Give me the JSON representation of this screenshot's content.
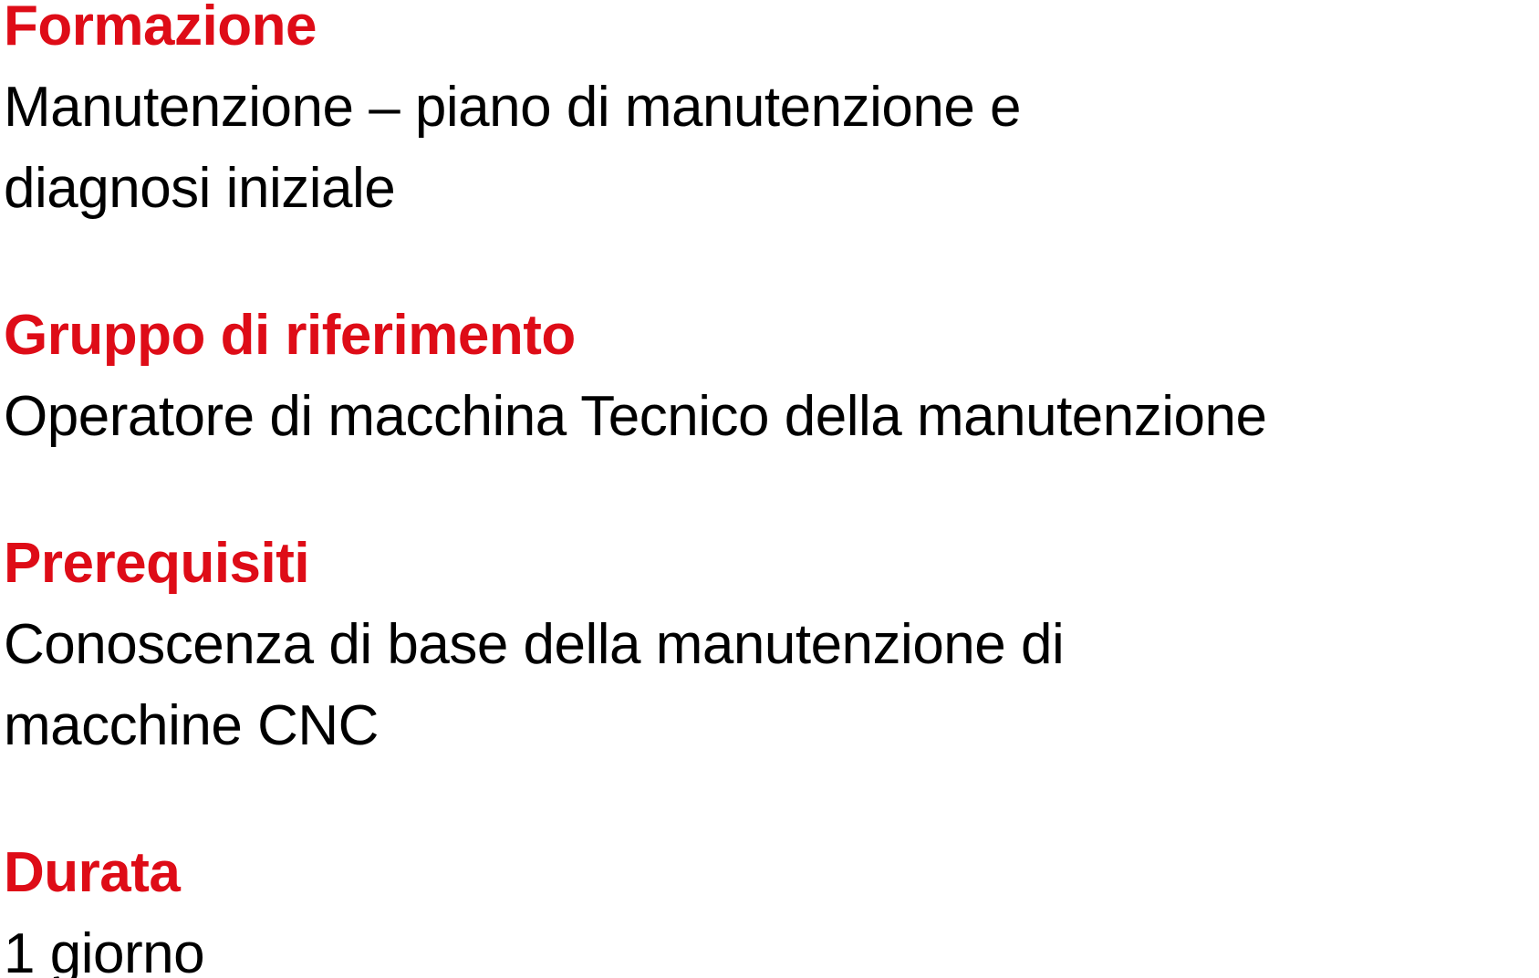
{
  "page": {
    "language": "it",
    "background_color": "#ffffff",
    "heading_color": "#de0c17",
    "body_color": "#000000",
    "sections": [
      {
        "heading": "Formazione",
        "lines": [
          "Manutenzione – piano di manutenzione e",
          "diagnosi iniziale"
        ]
      },
      {
        "heading": "Gruppo di riferimento",
        "lines": [
          "Operatore di macchina Tecnico della manutenzione"
        ]
      },
      {
        "heading": "Prerequisiti",
        "lines": [
          "Conoscenza di base della manutenzione di",
          "macchine CNC"
        ]
      },
      {
        "heading": "Durata",
        "lines": [
          "1 giorno"
        ]
      }
    ]
  }
}
